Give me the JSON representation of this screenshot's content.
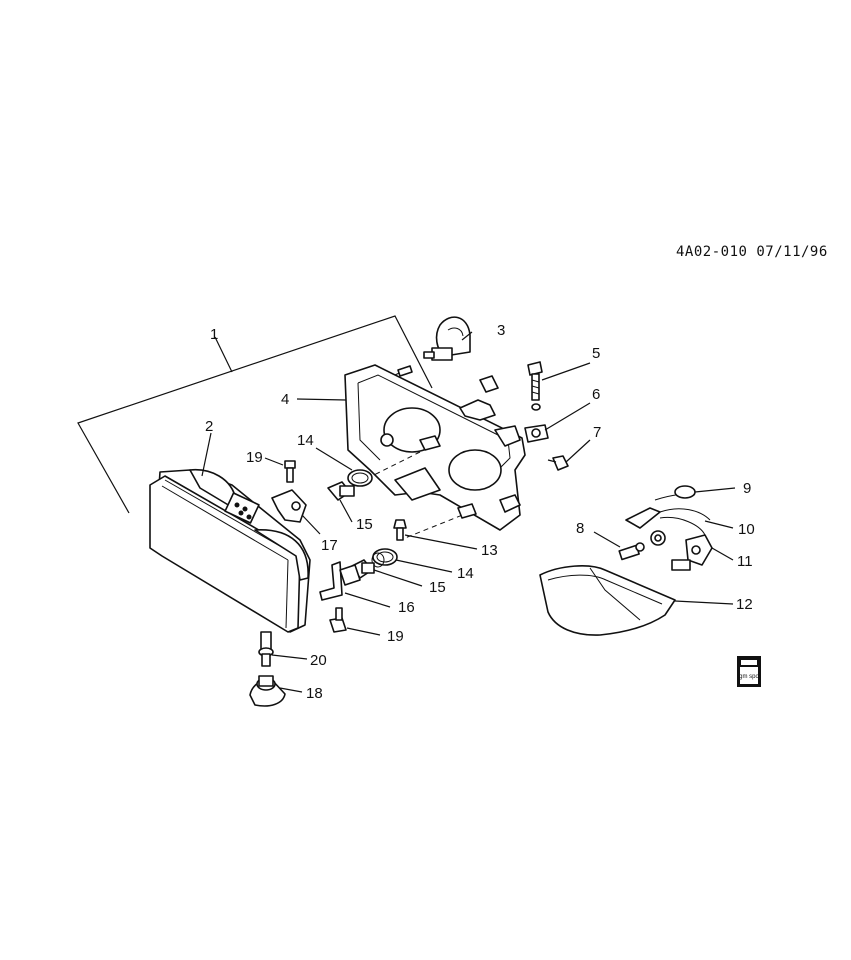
{
  "drawing_ref": "4A02-010 07/11/96",
  "logo_text": "gm spo",
  "callouts": [
    "1",
    "2",
    "3",
    "4",
    "5",
    "6",
    "7",
    "8",
    "9",
    "10",
    "11",
    "12",
    "13",
    "14",
    "14",
    "15",
    "15",
    "16",
    "17",
    "18",
    "19",
    "19",
    "20"
  ]
}
